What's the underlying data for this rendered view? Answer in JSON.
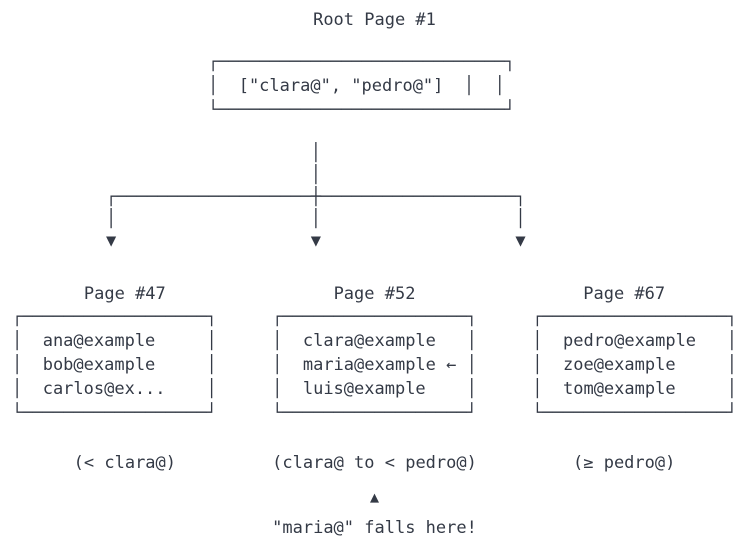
{
  "diagram": {
    "kind": "b-tree-index-lookup",
    "background_color": "#ffffff",
    "text_color": "#343a46"
  },
  "root": {
    "title": "Root Page #1",
    "keys_display": "[\"clara@\", \"pedro@\"]",
    "keys": [
      "clara@",
      "pedro@"
    ],
    "box_art": "┌────────────────────────────┐\n│  [\"clara@\", \"pedro@\"]  │  │\n└────────────────────────────┘"
  },
  "connector": {
    "art": "                    │\n                    │\n┌───────────────────┼───────────────────┐\n│                   │                   │\n▼                   ▼                   ▼",
    "down_arrow_glyph": "▼",
    "junction_glyph": "┼"
  },
  "children": [
    {
      "title": "Page #47",
      "range_label": "(< clara@)",
      "entries": [
        "ana@example",
        "bob@example",
        "carlos@ex..."
      ],
      "box_art": "┌──────────────────┐\n│  ana@example     │\n│  bob@example     │\n│  carlos@ex...    │\n└──────────────────┘"
    },
    {
      "title": "Page #52",
      "range_label": "(clara@ to < pedro@)",
      "entries": [
        "clara@example",
        "maria@example ←",
        "luis@example"
      ],
      "highlight_marker": "←",
      "highlighted_entry": "maria@example",
      "box_art": "┌──────────────────┐\n│  clara@example   │\n│  maria@example ← │\n│  luis@example    │\n└──────────────────┘"
    },
    {
      "title": "Page #67",
      "range_label": "(≥ pedro@)",
      "entries": [
        "pedro@example",
        "zoe@example",
        "tom@example"
      ],
      "box_art": "┌──────────────────┐\n│  pedro@example   │\n│  zoe@example     │\n│  tom@example     │\n└──────────────────┘"
    }
  ],
  "footnote": {
    "arrow_glyph": "▲",
    "text": "\"maria@\" falls here!"
  }
}
